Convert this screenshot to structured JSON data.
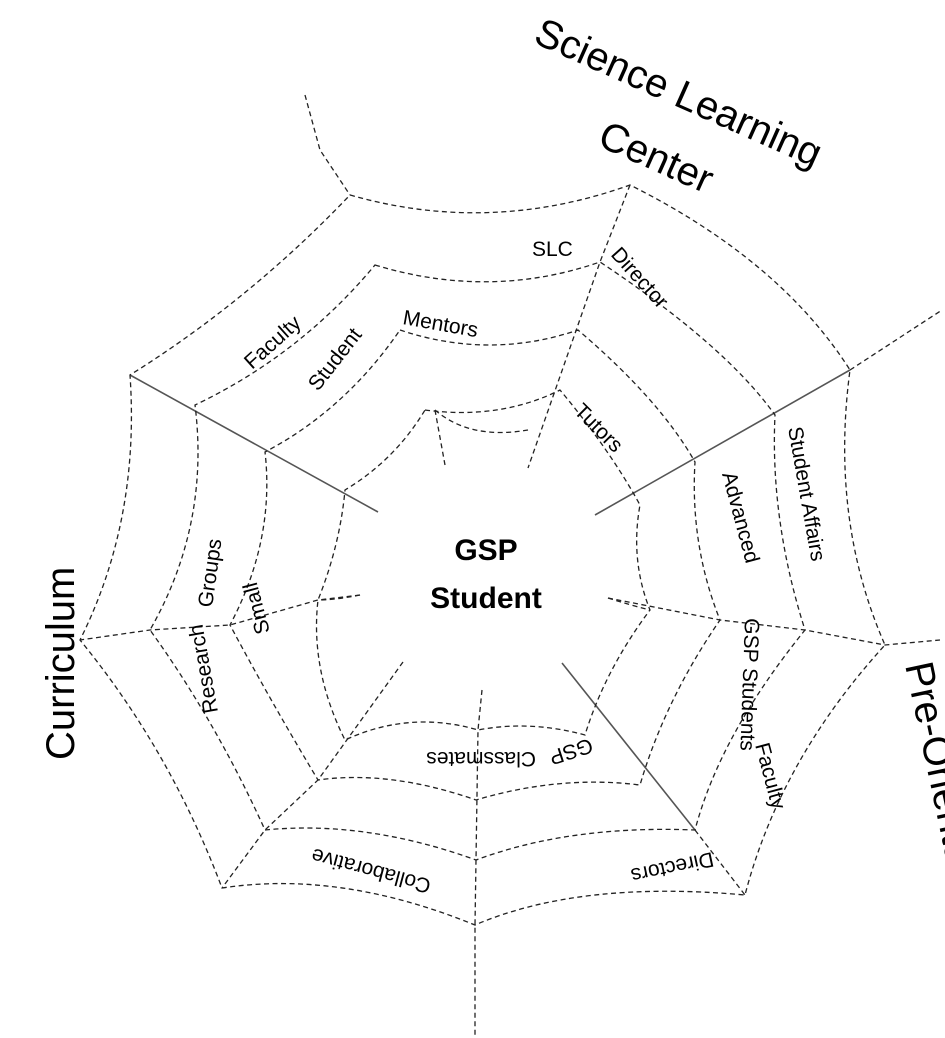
{
  "center": {
    "line1": "GSP",
    "line2": "Student"
  },
  "sections": {
    "slc_line1": "Science Learning",
    "slc_line2": "Center",
    "curriculum": "Curriculum",
    "pre_orientation": "Pre-Orientation"
  },
  "labels": {
    "slc": "SLC",
    "director": "Director",
    "faculty_top": "Faculty",
    "student": "Student",
    "mentors": "Mentors",
    "tutors": "Tutors",
    "student_affairs": "Student Affairs",
    "advanced": "Advanced",
    "gsp_students": "GSP Students",
    "faculty_right": "Faculty",
    "directors": "Directors",
    "gsp": "GSP",
    "classmates": "Classmates",
    "collaborative": "Collaborative",
    "small": "Small",
    "groups": "Groups",
    "research": "Research"
  }
}
